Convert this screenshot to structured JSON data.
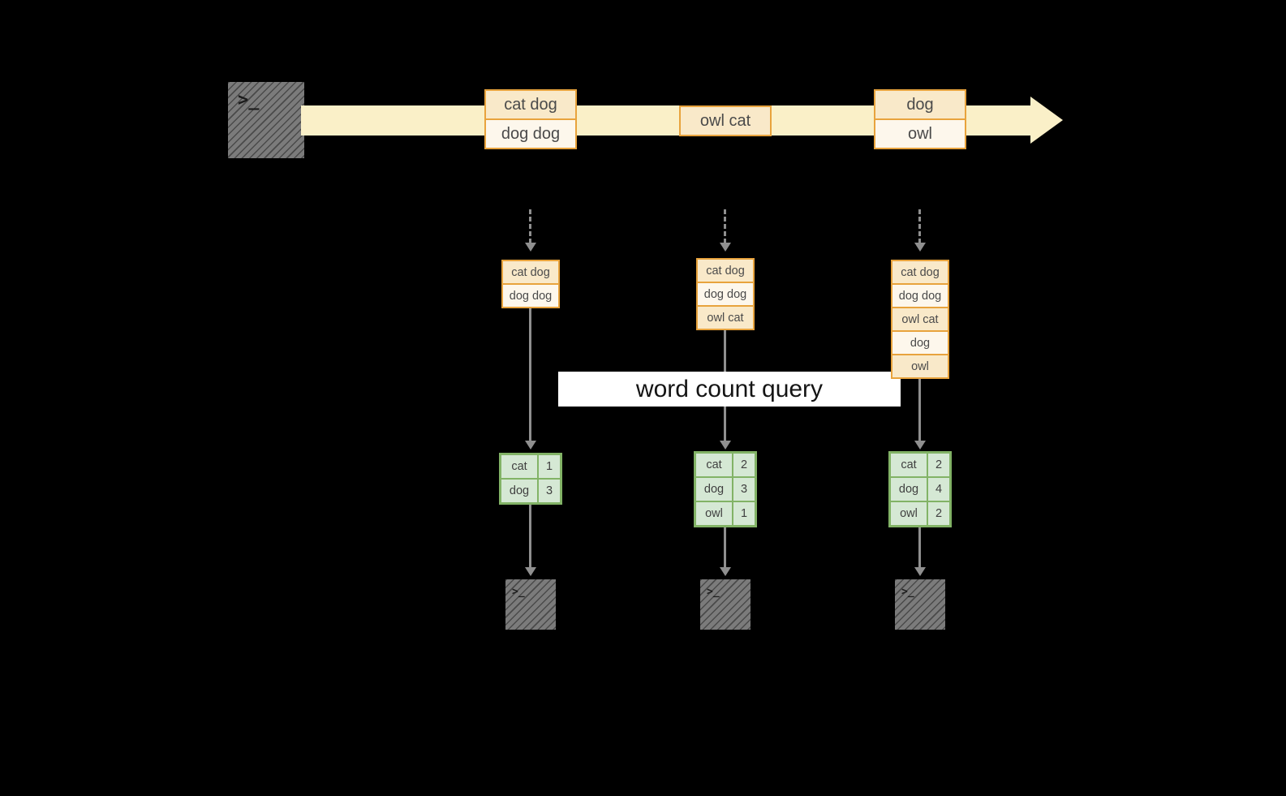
{
  "icons": {
    "terminal_glyph": ">_"
  },
  "banner": {
    "label": "word count query"
  },
  "stream_events": [
    {
      "lines": [
        "cat dog",
        "dog dog"
      ]
    },
    {
      "lines": [
        "owl cat"
      ]
    },
    {
      "lines": [
        "dog",
        "owl"
      ]
    }
  ],
  "columns": [
    {
      "batch": [
        "cat dog",
        "dog dog"
      ],
      "table": {
        "rows": [
          [
            "cat",
            "1"
          ],
          [
            "dog",
            "3"
          ]
        ]
      }
    },
    {
      "batch": [
        "cat dog",
        "dog dog",
        "owl cat"
      ],
      "table": {
        "rows": [
          [
            "cat",
            "2"
          ],
          [
            "dog",
            "3"
          ],
          [
            "owl",
            "1"
          ]
        ]
      }
    },
    {
      "batch": [
        "cat dog",
        "dog dog",
        "owl cat",
        "dog",
        "owl"
      ],
      "table": {
        "rows": [
          [
            "cat",
            "2"
          ],
          [
            "dog",
            "4"
          ],
          [
            "owl",
            "2"
          ]
        ]
      }
    }
  ],
  "colors": {
    "background": "#000000",
    "stream_band": "#FAF0C8",
    "event_border": "#E8A33D",
    "event_fill": "#F9E9C9",
    "event_fill_alt": "#FDF7EC",
    "table_border": "#82B366",
    "table_fill": "#D5E8D4",
    "arrow": "#8F8F8F",
    "terminal": "#7B7B7B",
    "banner_bg": "#FFFFFF"
  }
}
